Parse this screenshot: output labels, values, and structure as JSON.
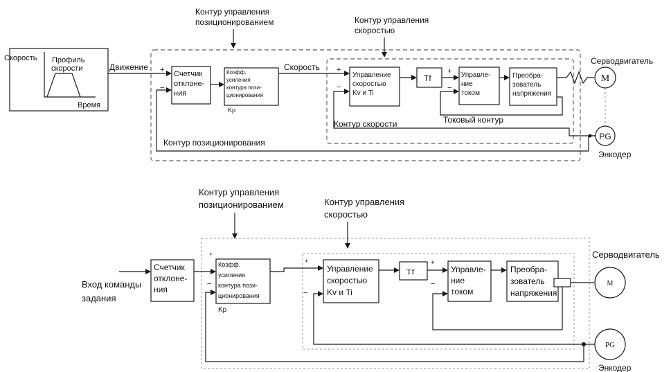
{
  "top": {
    "position_control_label_1": "Контур управления",
    "position_control_label_2": "позиционированием",
    "speed_control_label_1": "Контур управления",
    "speed_control_label_2": "скоростью",
    "profile_y_label": "Скорость",
    "profile_title_1": "Профиль",
    "profile_title_2": "скорости",
    "profile_x_label": "Время",
    "motion_label": "Движение",
    "counter_1": "Счетчик",
    "counter_2": "отклоне-",
    "counter_3": "ния",
    "gain_1": "Коэфф.",
    "gain_2": "усиления",
    "gain_3": "контура пози-",
    "gain_4": "ционирования",
    "gain_kp": "Kp",
    "speed_signal": "Скорость",
    "speed_ctrl_1": "Управление",
    "speed_ctrl_2": "скоростью",
    "speed_ctrl_3": "Kv и Ti",
    "tf": "Tf",
    "current_ctrl_1": "Управле-",
    "current_ctrl_2": "ние",
    "current_ctrl_3": "током",
    "converter_1": "Преобра-",
    "converter_2": "зователь",
    "converter_3": "напряжения",
    "servo_label": "Серводвигатель",
    "motor": "M",
    "encoder_symbol": "PG",
    "encoder_label": "Энкодер",
    "current_loop": "Токовый контур",
    "speed_loop": "Контур скорости",
    "position_loop": "Контур позиционирования",
    "plus": "+",
    "minus": "−"
  },
  "bottom": {
    "position_control_label_1": "Контур управления",
    "position_control_label_2": "позиционированием",
    "speed_control_label_1": "Контур управления",
    "speed_control_label_2": "скоростью",
    "servo_label": "Серводвигатель",
    "input_1": "Вход команды",
    "input_2": "задания",
    "counter_1": "Счетчик",
    "counter_2": "отклоне-",
    "counter_3": "ния",
    "gain_1": "Коэфф.",
    "gain_2": "усиления",
    "gain_3": "контура пози-",
    "gain_4": "ционирования",
    "gain_kp": "Kp",
    "speed_ctrl_1": "Управление",
    "speed_ctrl_2": "скоростью",
    "speed_ctrl_3": "Kv и Ti",
    "tf": "Tf",
    "current_ctrl_1": "Управле-",
    "current_ctrl_2": "ние",
    "current_ctrl_3": "током",
    "converter_1": "Преобра-",
    "converter_2": "зователь",
    "converter_3": "напряжения",
    "motor": "M",
    "encoder_symbol": "PG",
    "encoder_label": "Энкодер",
    "plus": "+",
    "minus": "−"
  }
}
